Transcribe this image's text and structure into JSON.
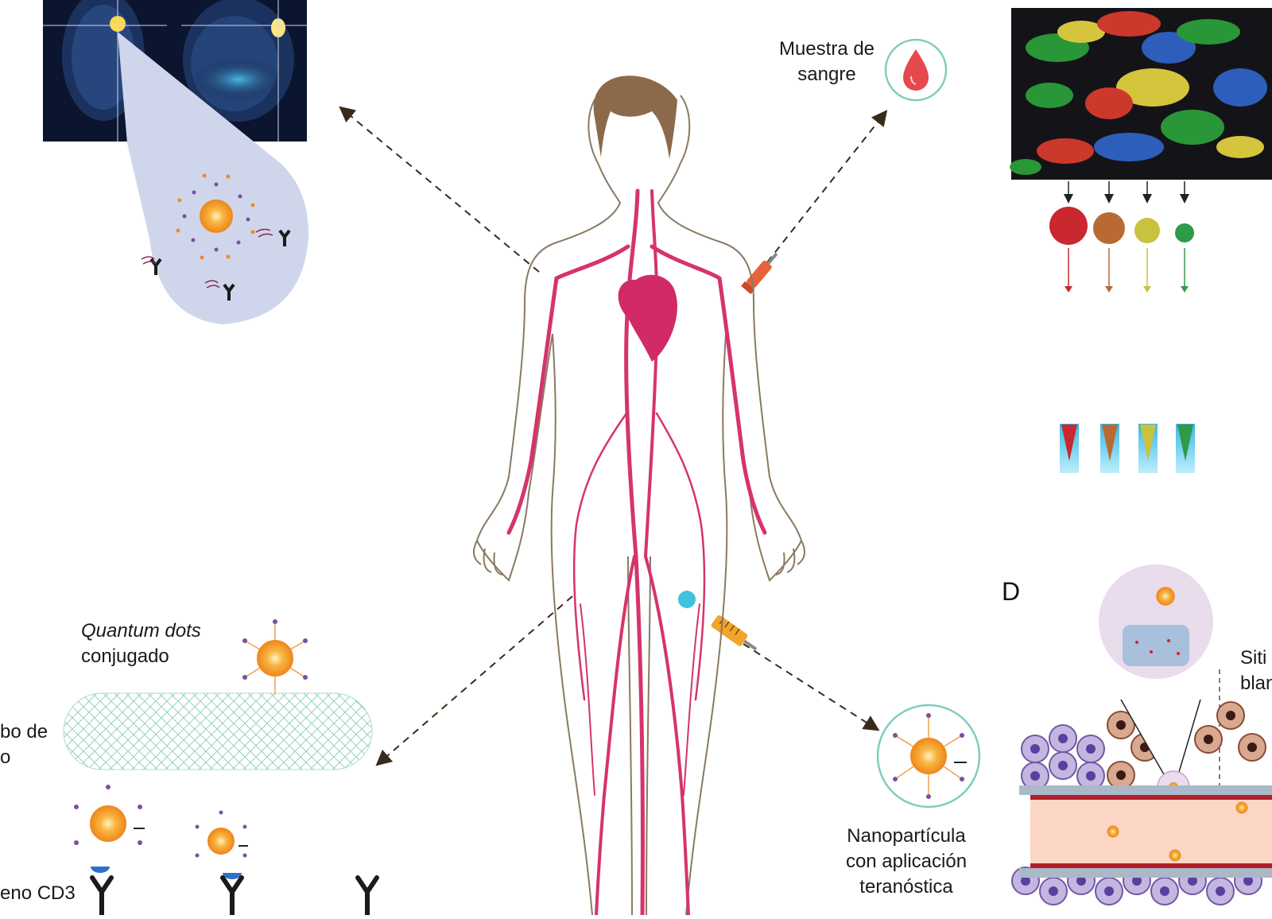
{
  "labels": {
    "blood_sample": [
      "Muestra de",
      "sangre"
    ],
    "quantum_dots": [
      "Quantum dots",
      "conjugado"
    ],
    "tube_partial": [
      "bo de",
      "o"
    ],
    "antigen_partial": "eno CD3",
    "nanoparticle": [
      "Nanopartícula",
      "con aplicación",
      "teranóstica"
    ],
    "panel_d": "D",
    "site_partial": [
      "Siti",
      "blan"
    ]
  },
  "colors": {
    "vessels": "#d6336c",
    "heart": "#d12a67",
    "hair": "#8a6a4a",
    "body_outline": "#8a7a62",
    "np_core": "#f7a23a",
    "callout_blue": "#cfd6ec",
    "callout_pink": "#e9dcec",
    "teal_ring": "#7fcdbb",
    "mri_dark": "#0b1530"
  },
  "icons": [
    "brain-mri-icon",
    "blood-drop-icon",
    "syringe-icon",
    "antibody-icon",
    "nanoparticle-icon",
    "carbon-nanotube-icon",
    "heatmap-icon",
    "cell-layer-icon"
  ]
}
